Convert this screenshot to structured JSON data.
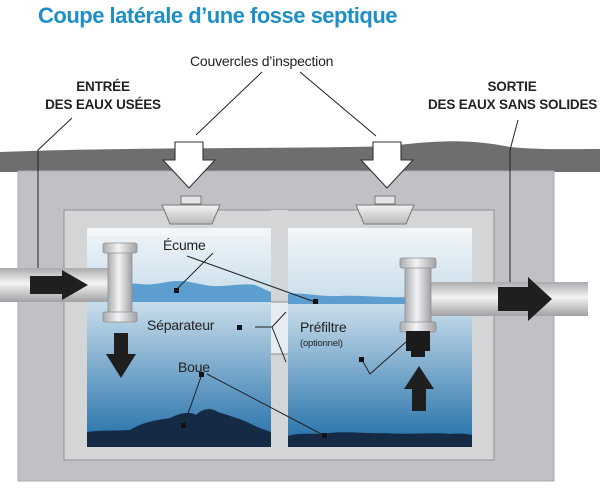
{
  "title": "Coupe latérale d’une fosse septique",
  "labels": {
    "inlet_line1": "ENTRÉE",
    "inlet_line2": "DES EAUX USÉES",
    "outlet_line1": "SORTIE",
    "outlet_line2": "DES EAUX SANS SOLIDES",
    "inspection_covers": "Couvercles d’inspection",
    "scum": "Écume",
    "separator": "Séparateur",
    "prefilter": "Préfiltre",
    "prefilter_note": "(optionnel)",
    "sludge": "Boue"
  },
  "colors": {
    "title": "#1d8fc4",
    "ground": "#6d6e70",
    "tank_concrete": "#d2d3d5",
    "tank_outer": "#bfc1c4",
    "water_top": "#dbe7f0",
    "water_bottom": "#1f6ea8",
    "scum": "#5c9ed0",
    "sludge": "#152a45",
    "pipe": "#dedfe1",
    "arrow": "#1f1f1f"
  }
}
